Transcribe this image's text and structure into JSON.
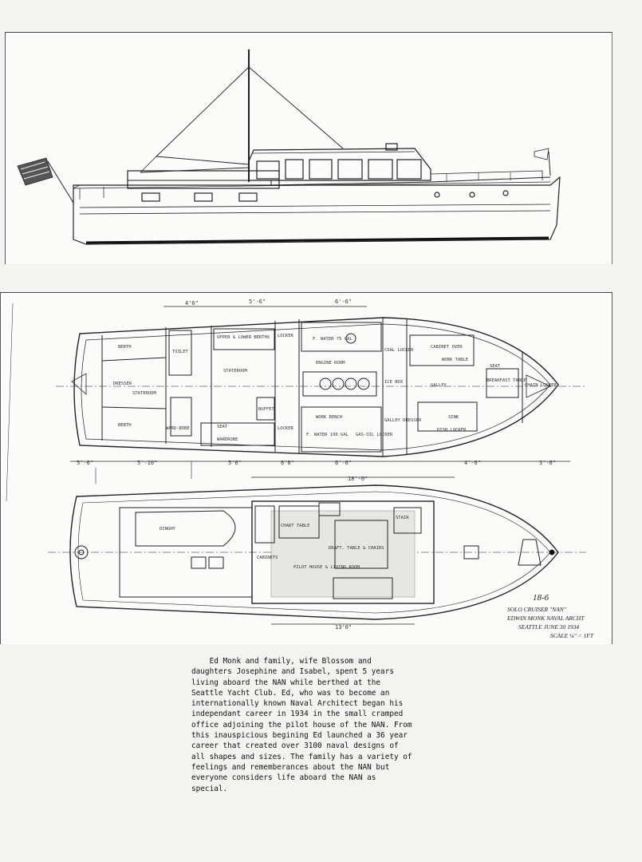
{
  "drawing": {
    "dimensions_top": [
      "4'6\"",
      "5'-6\"",
      "6'-6\""
    ],
    "dimensions_bottom": [
      "5'-6\"",
      "5'-10\"",
      "5'6\"",
      "6'6\"",
      "6'-6\"",
      "4'-6\"",
      "3'-6\""
    ],
    "overall_length": "18'-0\"",
    "deck_length": "13'0\"",
    "rooms": {
      "berth_upper": "BERTH",
      "berth_lower": "BERTH",
      "stateroom_aft": "STATEROOM",
      "stateroom_main": "STATEROOM",
      "uppers_lower_berths": "UPPER & LOWER BERTHS",
      "wardrobe_aft": "WARD-ROBE",
      "wardrobe": "WARDROBE",
      "seat_aft": "SEAT",
      "seat_fwd": "SEAT",
      "locker_a": "LOCKER",
      "locker_b": "LOCKER",
      "engine_room": "ENGINE ROOM",
      "fuel_water": "F. WATER 75 GAL",
      "work_bench": "WORK BENCH",
      "water_tank_bottom": "F. WATER 100 GAL",
      "gas_locker": "GAS-OIL LOCKER",
      "coal_locker": "COAL LOCKER",
      "galley_dresser": "GALLEY DRESSER",
      "galley": "GALLEY",
      "cabinet_over": "CABINET OVER",
      "work_table": "WORK TABLE",
      "breakfast_table": "BREAKFAST TABLE",
      "chain_locker": "CHAIN LOCKER",
      "sink": "SINK",
      "dish_locker": "DISH LOCKER",
      "ice_box": "ICE BOX",
      "dresser": "DRESSER",
      "toilet": "TOILET",
      "buffet": "BUFFET",
      "dinghy": "DINGHY",
      "chart_table": "CHART TABLE",
      "dinette": "DRAFT. TABLE & CHAIRS",
      "pilot_house": "PILOT HOUSE & LIVING ROOM",
      "cabinets": "CABINETS",
      "stair": "STAIR"
    },
    "title_block": {
      "number": "18-6",
      "line1": "SOLO CRUISER \"NAN\"",
      "line2": "EDWIN MONK NAVAL ARCHT",
      "line3": "SEATTLE   JUNE 30 1934",
      "line4": "SCALE ¼\" = 1FT"
    }
  },
  "caption_lines": [
    "    Ed Monk and family, wife Blossom and",
    "daughters Josephine and Isabel, spent 5 years",
    "living aboard the NAN while berthed at the",
    "Seattle Yacht Club. Ed, who was to become an",
    "internationally known Naval Architect began his",
    "independant career in 1934 in the small cramped",
    "office adjoining the pilot house of the NAN. From",
    "this inauspicious begining Ed launched a 36 year",
    "career that created over 3100 naval designs of",
    "all shapes and sizes. The family has a variety of",
    "feelings and rememberances about the NAN but",
    "everyone considers life aboard the NAN as",
    "special."
  ]
}
